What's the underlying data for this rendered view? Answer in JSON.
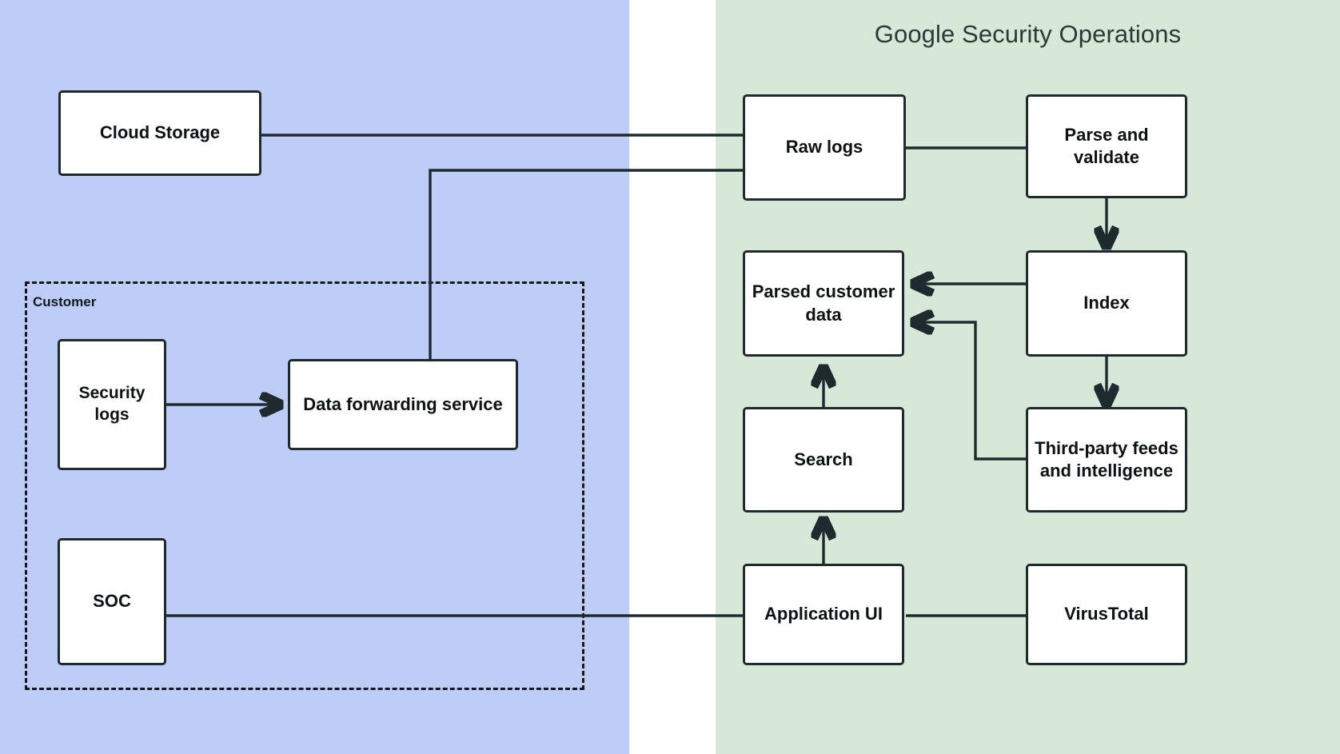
{
  "diagram": {
    "title": "Google Security Operations",
    "regions": [
      {
        "id": "customer-zone",
        "label": "",
        "color": "#bdcdf7"
      },
      {
        "id": "google-zone",
        "label": "Google Security Operations",
        "color": "#d6e8d8"
      }
    ],
    "groups": [
      {
        "id": "customer-boundary",
        "label": "Customer",
        "style": "dashed"
      }
    ],
    "nodes": [
      {
        "id": "cloud-storage",
        "label": "Cloud Storage",
        "font_size": 22
      },
      {
        "id": "security-logs",
        "label": "Security logs",
        "font_size": 21
      },
      {
        "id": "data-forwarding-service",
        "label": "Data forwarding service",
        "font_size": 22
      },
      {
        "id": "soc",
        "label": "SOC",
        "font_size": 22
      },
      {
        "id": "raw-logs",
        "label": "Raw logs",
        "font_size": 22
      },
      {
        "id": "parse-and-validate",
        "label": "Parse and validate",
        "font_size": 22
      },
      {
        "id": "parsed-customer-data",
        "label": "Parsed customer data",
        "font_size": 22
      },
      {
        "id": "index",
        "label": "Index",
        "font_size": 22
      },
      {
        "id": "third-party-feeds",
        "label": "Third-party feeds and intelligence",
        "font_size": 22
      },
      {
        "id": "search",
        "label": "Search",
        "font_size": 22
      },
      {
        "id": "application-ui",
        "label": "Application UI",
        "font_size": 22
      },
      {
        "id": "virustotal",
        "label": "VirusTotal",
        "font_size": 22
      }
    ],
    "edges": [
      {
        "from": "cloud-storage",
        "to": "raw-logs"
      },
      {
        "from": "data-forwarding-service",
        "to": "raw-logs"
      },
      {
        "from": "security-logs",
        "to": "data-forwarding-service"
      },
      {
        "from": "soc",
        "to": "application-ui"
      },
      {
        "from": "raw-logs",
        "to": "parse-and-validate"
      },
      {
        "from": "parse-and-validate",
        "to": "index"
      },
      {
        "from": "index",
        "to": "parsed-customer-data"
      },
      {
        "from": "index",
        "to": "third-party-feeds"
      },
      {
        "from": "third-party-feeds",
        "to": "parsed-customer-data"
      },
      {
        "from": "search",
        "to": "parsed-customer-data"
      },
      {
        "from": "application-ui",
        "to": "search"
      },
      {
        "from": "application-ui",
        "to": "virustotal"
      }
    ],
    "colors": {
      "customer_zone": "#bdcdf7",
      "google_zone": "#d6e8d8",
      "node_fill": "#ffffff",
      "stroke": "#1f2a2e",
      "title_text": "#2b3a35"
    }
  }
}
